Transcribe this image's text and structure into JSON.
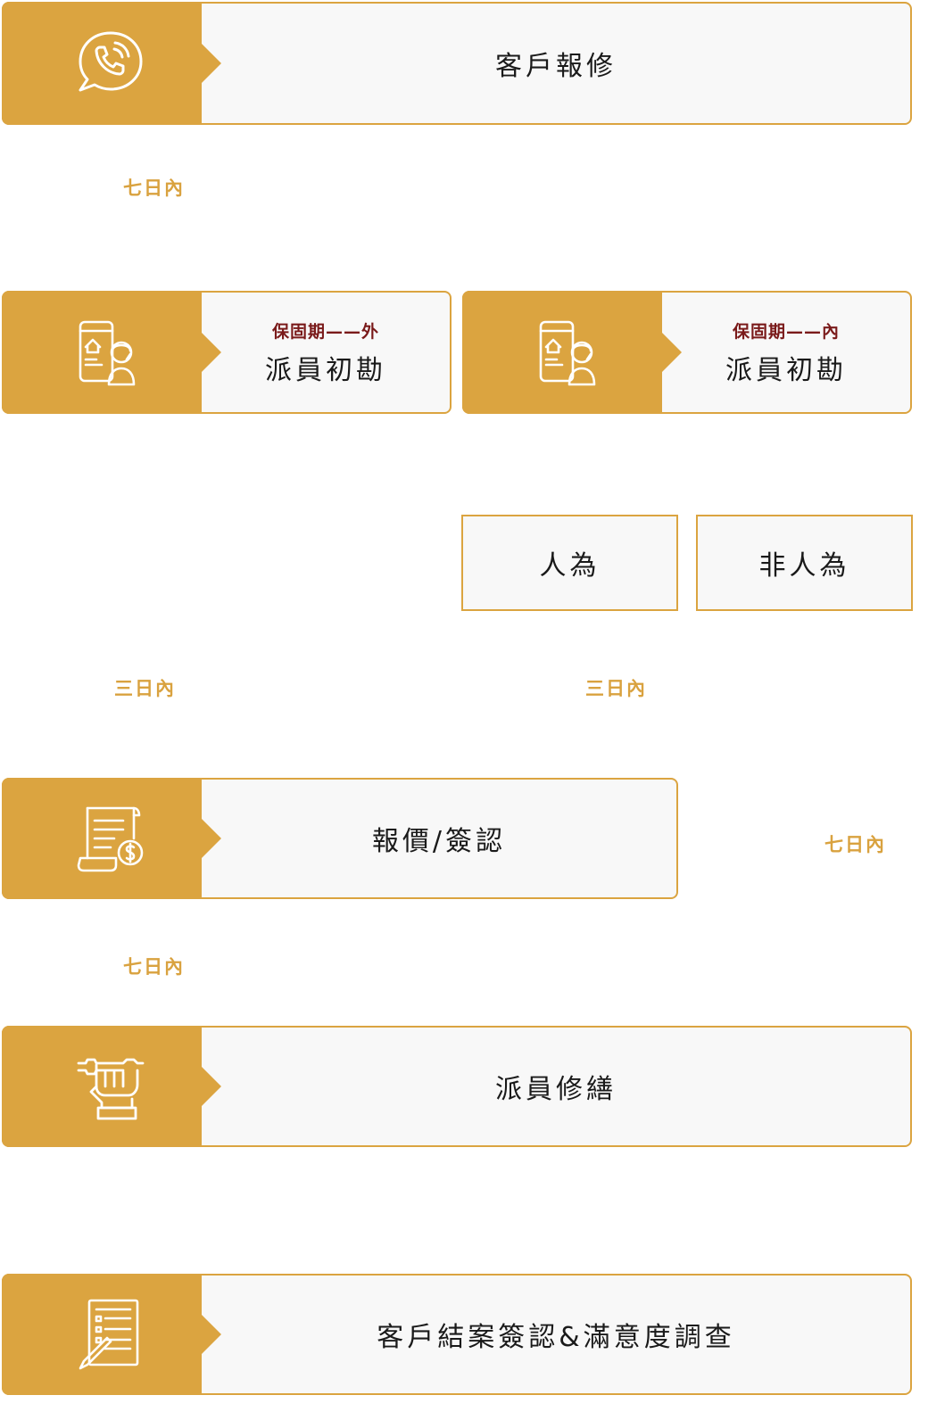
{
  "accent_color": "#dba440",
  "subtitle_color": "#7a1a1a",
  "steps": {
    "report": {
      "label": "客戶報修",
      "icon": "phone-chat-icon"
    },
    "survey_out": {
      "sub": "保固期——外",
      "label": "派員初勘",
      "icon": "phone-technician-icon"
    },
    "survey_in": {
      "sub": "保固期——內",
      "label": "派員初勘",
      "icon": "phone-technician-icon"
    },
    "human": {
      "label": "人為"
    },
    "non_human": {
      "label": "非人為"
    },
    "quote": {
      "label": "報價/簽認",
      "icon": "invoice-dollar-icon"
    },
    "repair": {
      "label": "派員修繕",
      "icon": "hand-wrench-icon"
    },
    "close": {
      "label": "客戶結案簽認&滿意度調查",
      "icon": "checklist-pen-icon"
    }
  },
  "durations": {
    "d1": "七日內",
    "d2": "三日內",
    "d3": "三日內",
    "d4": "七日內",
    "d5": "七日內"
  }
}
